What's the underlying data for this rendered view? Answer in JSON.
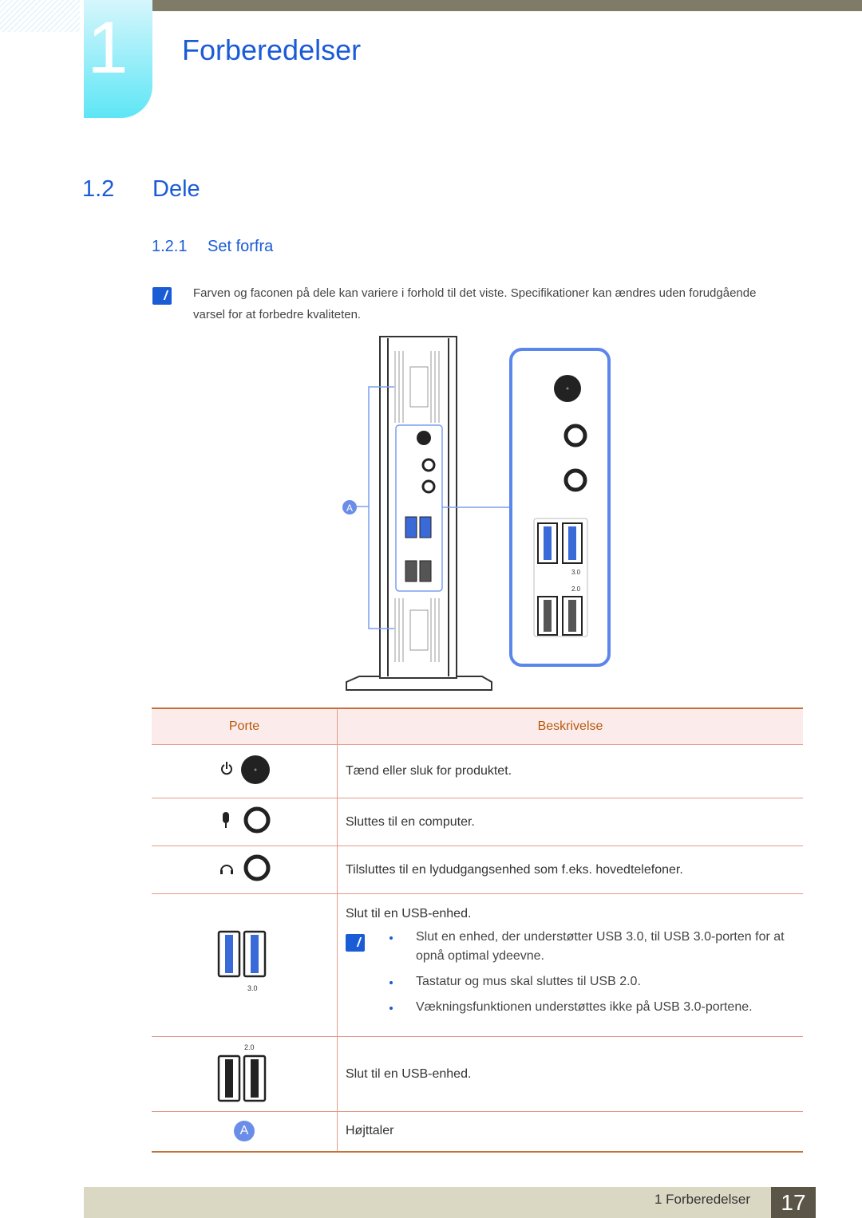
{
  "chapter": {
    "number": "1",
    "title": "Forberedelser"
  },
  "section": {
    "number": "1.2",
    "title": "Dele"
  },
  "subsection": {
    "number": "1.2.1",
    "title": "Set forfra"
  },
  "note": "Farven og faconen på dele kan variere i forhold til det viste. Specifikationer kan ændres uden forudgående varsel for at forbedre kvaliteten.",
  "diagram": {
    "callout": "A",
    "usb3_label": "3.0",
    "usb2_label": "2.0"
  },
  "table": {
    "headers": [
      "Porte",
      "Beskrivelse"
    ],
    "rows": [
      {
        "port_icon": "power-icon",
        "desc": "Tænd eller sluk for produktet."
      },
      {
        "port_icon": "microphone-icon",
        "desc": "Sluttes til en computer."
      },
      {
        "port_icon": "headphones-icon",
        "desc": "Tilsluttes til en lydudgangsenhed som f.eks. hovedtelefoner."
      },
      {
        "port_icon": "usb3-icon",
        "port_label": "3.0",
        "desc": "Slut til en USB-enhed.",
        "bullets": [
          "Slut en enhed, der understøtter USB 3.0, til USB 3.0-porten for at opnå optimal ydeevne.",
          "Tastatur og mus skal sluttes til USB 2.0.",
          "Vækningsfunktionen understøttes ikke på USB 3.0-portene."
        ]
      },
      {
        "port_icon": "usb2-icon",
        "port_label": "2.0",
        "desc": "Slut til en USB-enhed."
      },
      {
        "port_icon": "speaker-badge",
        "port_label": "A",
        "desc": "Højttaler"
      }
    ]
  },
  "footer": {
    "label": "1 Forberedelser",
    "page": "17"
  }
}
